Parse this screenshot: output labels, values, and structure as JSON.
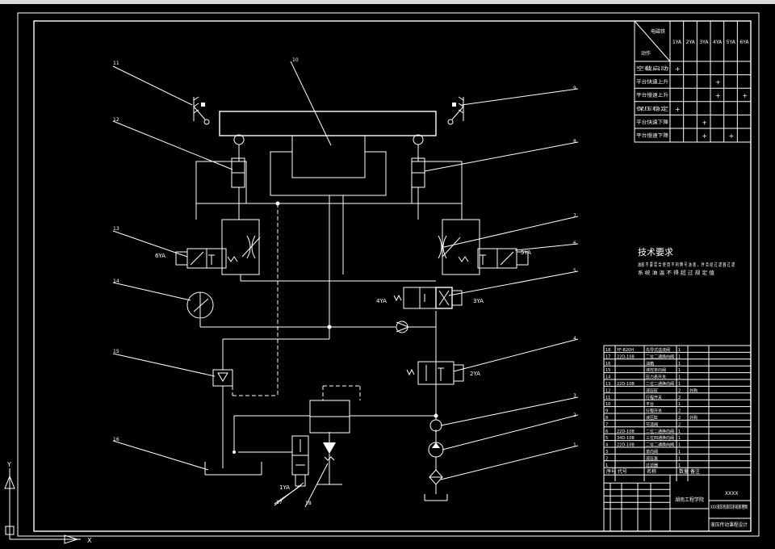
{
  "app": {
    "title": "Hydraulic press hydraulic system schematic (CAD drawing)"
  },
  "callouts": [
    {
      "id": "c1",
      "label": "1"
    },
    {
      "id": "c2",
      "label": "2"
    },
    {
      "id": "c3",
      "label": "3"
    },
    {
      "id": "c4",
      "label": "4"
    },
    {
      "id": "c5",
      "label": "5"
    },
    {
      "id": "c6",
      "label": "6"
    },
    {
      "id": "c7",
      "label": "7"
    },
    {
      "id": "c8",
      "label": "8"
    },
    {
      "id": "c9",
      "label": "9"
    },
    {
      "id": "c10",
      "label": "10"
    },
    {
      "id": "c11",
      "label": "11"
    },
    {
      "id": "c12",
      "label": "12"
    },
    {
      "id": "c13",
      "label": "13"
    },
    {
      "id": "c14",
      "label": "14"
    },
    {
      "id": "c15",
      "label": "15"
    },
    {
      "id": "c16",
      "label": "16"
    },
    {
      "id": "c17",
      "label": "17"
    },
    {
      "id": "c18",
      "label": "18"
    }
  ],
  "solenoid_tags": {
    "t1YA": "1YA",
    "t2YA": "2YA",
    "t3YA": "3YA",
    "t4YA": "4YA",
    "t5YA": "5YA",
    "t6YA": "6YA"
  },
  "tech_requirements": {
    "title": "技术要求",
    "line1": "油液 不 要 混 合 使 用 不 同 牌 号 油 液 ， 并 且 经 过 滤 器 过 滤",
    "line2": "系 统 油 温 不 得 超 过 规 定 值"
  },
  "solenoid_table": {
    "corner_top": "电磁铁",
    "corner_bottom": "动作",
    "columns": [
      "1YA",
      "2YA",
      "3YA",
      "4YA",
      "5YA",
      "6YA"
    ],
    "rows": [
      {
        "action": "空载启动",
        "marks": [
          "+",
          "",
          "",
          "",
          "",
          ""
        ]
      },
      {
        "action": "平台快速上升",
        "marks": [
          "",
          "",
          "",
          "+",
          "",
          ""
        ]
      },
      {
        "action": "平台慢速上升",
        "marks": [
          "",
          "",
          "",
          "+",
          "",
          "+"
        ]
      },
      {
        "action": "保压稳定",
        "marks": [
          "+",
          "",
          "",
          "",
          "",
          ""
        ]
      },
      {
        "action": "平台快速下降",
        "marks": [
          "",
          "",
          "+",
          "",
          "",
          ""
        ]
      },
      {
        "action": "平台慢速下降",
        "marks": [
          "",
          "",
          "+",
          "",
          "+",
          ""
        ]
      }
    ]
  },
  "parts_list": {
    "rows": [
      {
        "no": "18",
        "code": "YF-B20H",
        "name": "先导式溢流阀",
        "qty": "1",
        "note": ""
      },
      {
        "no": "17",
        "code": "22D-10B",
        "name": "二位二通换向阀",
        "qty": "1",
        "note": ""
      },
      {
        "no": "16",
        "code": "",
        "name": "油箱",
        "qty": "1",
        "note": ""
      },
      {
        "no": "15",
        "code": "",
        "name": "液控单向阀",
        "qty": "1",
        "note": ""
      },
      {
        "no": "14",
        "code": "",
        "name": "压力表开关",
        "qty": "1",
        "note": ""
      },
      {
        "no": "13",
        "code": "22D-10B",
        "name": "二位二通换向阀",
        "qty": "1",
        "note": ""
      },
      {
        "no": "12",
        "code": "",
        "name": "液压缸",
        "qty": "2",
        "note": "外购"
      },
      {
        "no": "11",
        "code": "",
        "name": "行程开关",
        "qty": "2",
        "note": ""
      },
      {
        "no": "10",
        "code": "",
        "name": "平台",
        "qty": "1",
        "note": ""
      },
      {
        "no": "9",
        "code": "",
        "name": "行程开关",
        "qty": "2",
        "note": ""
      },
      {
        "no": "8",
        "code": "",
        "name": "液压缸",
        "qty": "2",
        "note": "外购"
      },
      {
        "no": "7",
        "code": "",
        "name": "节流阀",
        "qty": "2",
        "note": ""
      },
      {
        "no": "6",
        "code": "22D-10B",
        "name": "二位二通换向阀",
        "qty": "1",
        "note": ""
      },
      {
        "no": "5",
        "code": "34D-10B",
        "name": "三位四通换向阀",
        "qty": "1",
        "note": ""
      },
      {
        "no": "4",
        "code": "22D-10B",
        "name": "二位二通换向阀",
        "qty": "1",
        "note": ""
      },
      {
        "no": "3",
        "code": "",
        "name": "单向阀",
        "qty": "1",
        "note": ""
      },
      {
        "no": "2",
        "code": "",
        "name": "液压泵",
        "qty": "1",
        "note": ""
      },
      {
        "no": "1",
        "code": "",
        "name": "过滤器",
        "qty": "1",
        "note": ""
      }
    ],
    "header": {
      "no": "序号",
      "code": "代号",
      "name": "名称",
      "qty": "数量",
      "note": "备注"
    }
  },
  "title_block": {
    "school": "湖南工程学院",
    "drawing_title": "XXX液压机液压系统原理图",
    "subtitle": "液压传动课程设计",
    "code_text": "XXXX"
  }
}
